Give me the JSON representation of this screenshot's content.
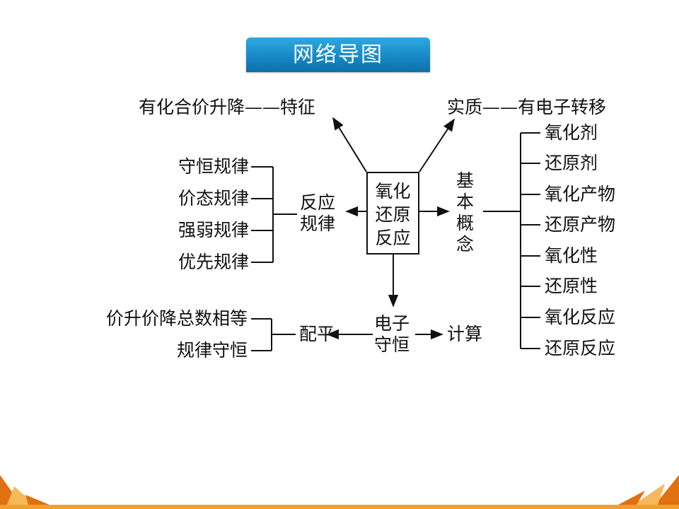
{
  "title": "网络导图",
  "center": "氧化\n还原\n反应",
  "top_left": "有化合价升降——特征",
  "top_right": "实质——有电子转移",
  "fanying": {
    "label": "反应\n规律",
    "items": [
      "守恒规律",
      "价态规律",
      "强弱规律",
      "优先规律"
    ]
  },
  "jiben": {
    "label": "基\n本\n概\n念",
    "items": [
      "氧化剂",
      "还原剂",
      "氧化产物",
      "还原产物",
      "氧化性",
      "还原性",
      "氧化反应",
      "还原反应"
    ]
  },
  "dianzi": {
    "label": "电子\n守恒",
    "peiping": "配平",
    "jisuan": "计算",
    "peiping_items": [
      "价升价降总数相等",
      "规律守恒"
    ]
  },
  "colors": {
    "banner": "#1687c4",
    "deco_orange": "#f0a030",
    "deco_dark": "#e07010"
  }
}
